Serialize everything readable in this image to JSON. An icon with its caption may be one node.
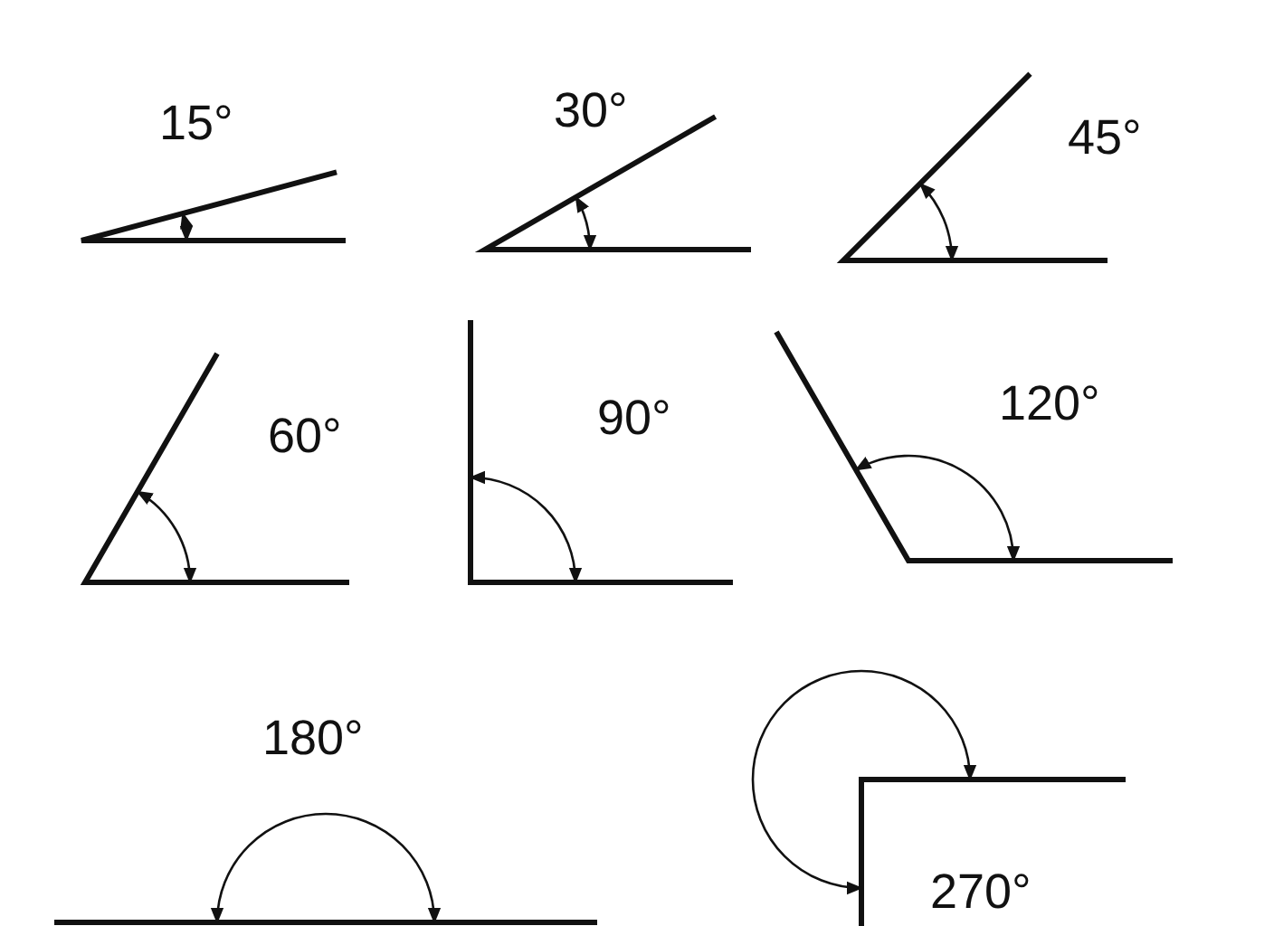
{
  "diagram": {
    "labels": [
      "15°",
      "30°",
      "45°",
      "60°",
      "90°",
      "120°",
      "180°",
      "270°"
    ]
  }
}
